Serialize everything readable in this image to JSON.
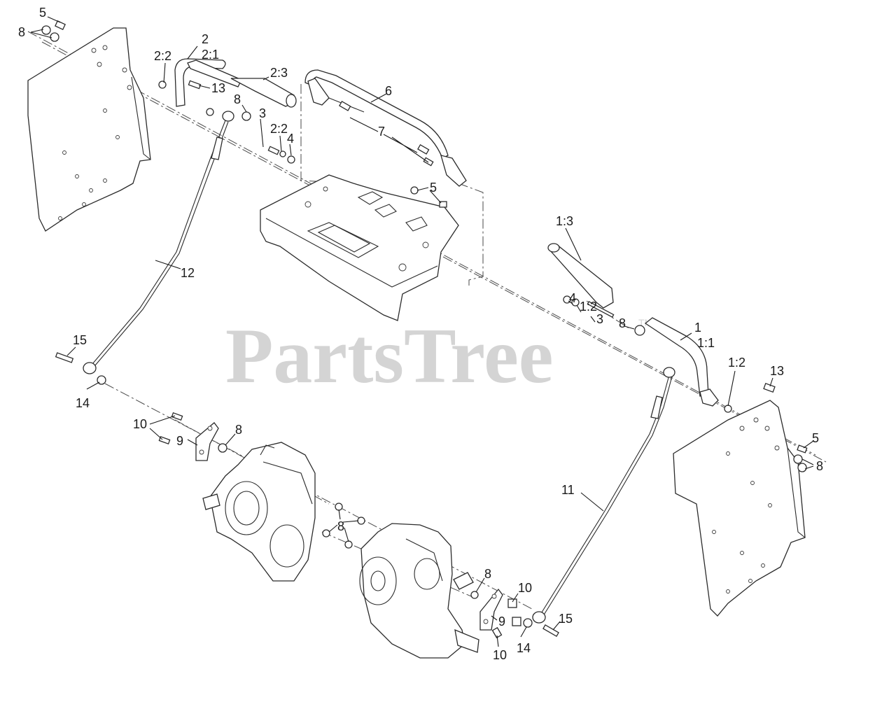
{
  "watermark": {
    "text": "PartsTree",
    "mark": "TM"
  },
  "callouts": [
    {
      "id": "c-5-a",
      "text": "5"
    },
    {
      "id": "c-8-a",
      "text": "8"
    },
    {
      "id": "c-2",
      "text": "2"
    },
    {
      "id": "c-2-1",
      "text": "2:1"
    },
    {
      "id": "c-2-2-a",
      "text": "2:2"
    },
    {
      "id": "c-2-3",
      "text": "2:3"
    },
    {
      "id": "c-13-a",
      "text": "13"
    },
    {
      "id": "c-8-b",
      "text": "8"
    },
    {
      "id": "c-3-a",
      "text": "3"
    },
    {
      "id": "c-2-2-b",
      "text": "2:2"
    },
    {
      "id": "c-4-a",
      "text": "4"
    },
    {
      "id": "c-6",
      "text": "6"
    },
    {
      "id": "c-7",
      "text": "7"
    },
    {
      "id": "c-5-b",
      "text": "5"
    },
    {
      "id": "c-1-3",
      "text": "1:3"
    },
    {
      "id": "c-12",
      "text": "12"
    },
    {
      "id": "c-4-b",
      "text": "4"
    },
    {
      "id": "c-1-2-a",
      "text": "1:2"
    },
    {
      "id": "c-3-b",
      "text": "3"
    },
    {
      "id": "c-8-c",
      "text": "8"
    },
    {
      "id": "c-1",
      "text": "1"
    },
    {
      "id": "c-1-1",
      "text": "1:1"
    },
    {
      "id": "c-15-a",
      "text": "15"
    },
    {
      "id": "c-1-2-b",
      "text": "1:2"
    },
    {
      "id": "c-13-b",
      "text": "13"
    },
    {
      "id": "c-14-a",
      "text": "14"
    },
    {
      "id": "c-10-a",
      "text": "10"
    },
    {
      "id": "c-9-a",
      "text": "9"
    },
    {
      "id": "c-8-d",
      "text": "8"
    },
    {
      "id": "c-5-c",
      "text": "5"
    },
    {
      "id": "c-8-e",
      "text": "8"
    },
    {
      "id": "c-11",
      "text": "11"
    },
    {
      "id": "c-8-f",
      "text": "8"
    },
    {
      "id": "c-8-g",
      "text": "8"
    },
    {
      "id": "c-10-b",
      "text": "10"
    },
    {
      "id": "c-9-b",
      "text": "9"
    },
    {
      "id": "c-15-b",
      "text": "15"
    },
    {
      "id": "c-14-b",
      "text": "14"
    },
    {
      "id": "c-10-c",
      "text": "10"
    }
  ]
}
